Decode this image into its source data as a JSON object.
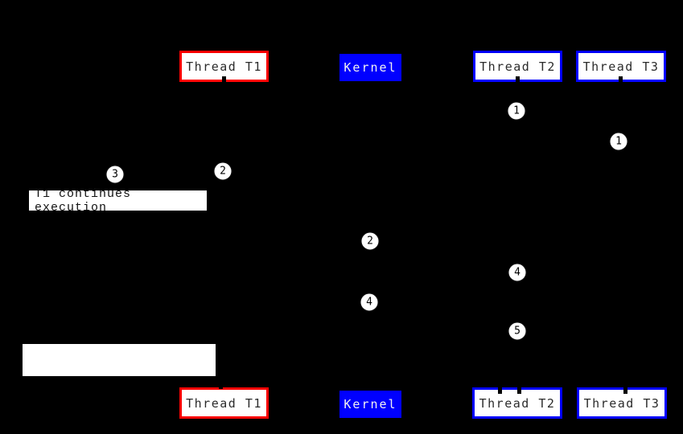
{
  "diagram": {
    "type": "thread-kernel-sequence-diagram",
    "note": {
      "text": "T1 continues execution"
    },
    "boxes": {
      "top": [
        {
          "label": "Thread T1"
        },
        {
          "label": "Kernel"
        },
        {
          "label": "Thread T2"
        },
        {
          "label": "Thread T3"
        }
      ],
      "bottom": [
        {
          "label": "Thread T1"
        },
        {
          "label": "Kernel"
        },
        {
          "label": "Thread T2"
        },
        {
          "label": "Thread T3"
        }
      ]
    },
    "markers": [
      {
        "n": "1",
        "lane": "Thread T2"
      },
      {
        "n": "1",
        "lane": "Thread T3"
      },
      {
        "n": "2",
        "lane": "Thread T1"
      },
      {
        "n": "3",
        "lane": "Thread T1"
      },
      {
        "n": "2",
        "lane": "Kernel"
      },
      {
        "n": "4",
        "lane": "Thread T2"
      },
      {
        "n": "4",
        "lane": "Kernel"
      },
      {
        "n": "5",
        "lane": "Thread T2"
      }
    ],
    "colors": {
      "background": "#000000",
      "thread_t1_border": "#ff0000",
      "thread_border": "#0000ff",
      "kernel_background": "#0000ff",
      "box_background": "#ffffff",
      "box_text": "#2b2b2b",
      "kernel_text": "#f2f2f2",
      "marker_fill": "#ffffff",
      "marker_text": "#000000"
    }
  }
}
